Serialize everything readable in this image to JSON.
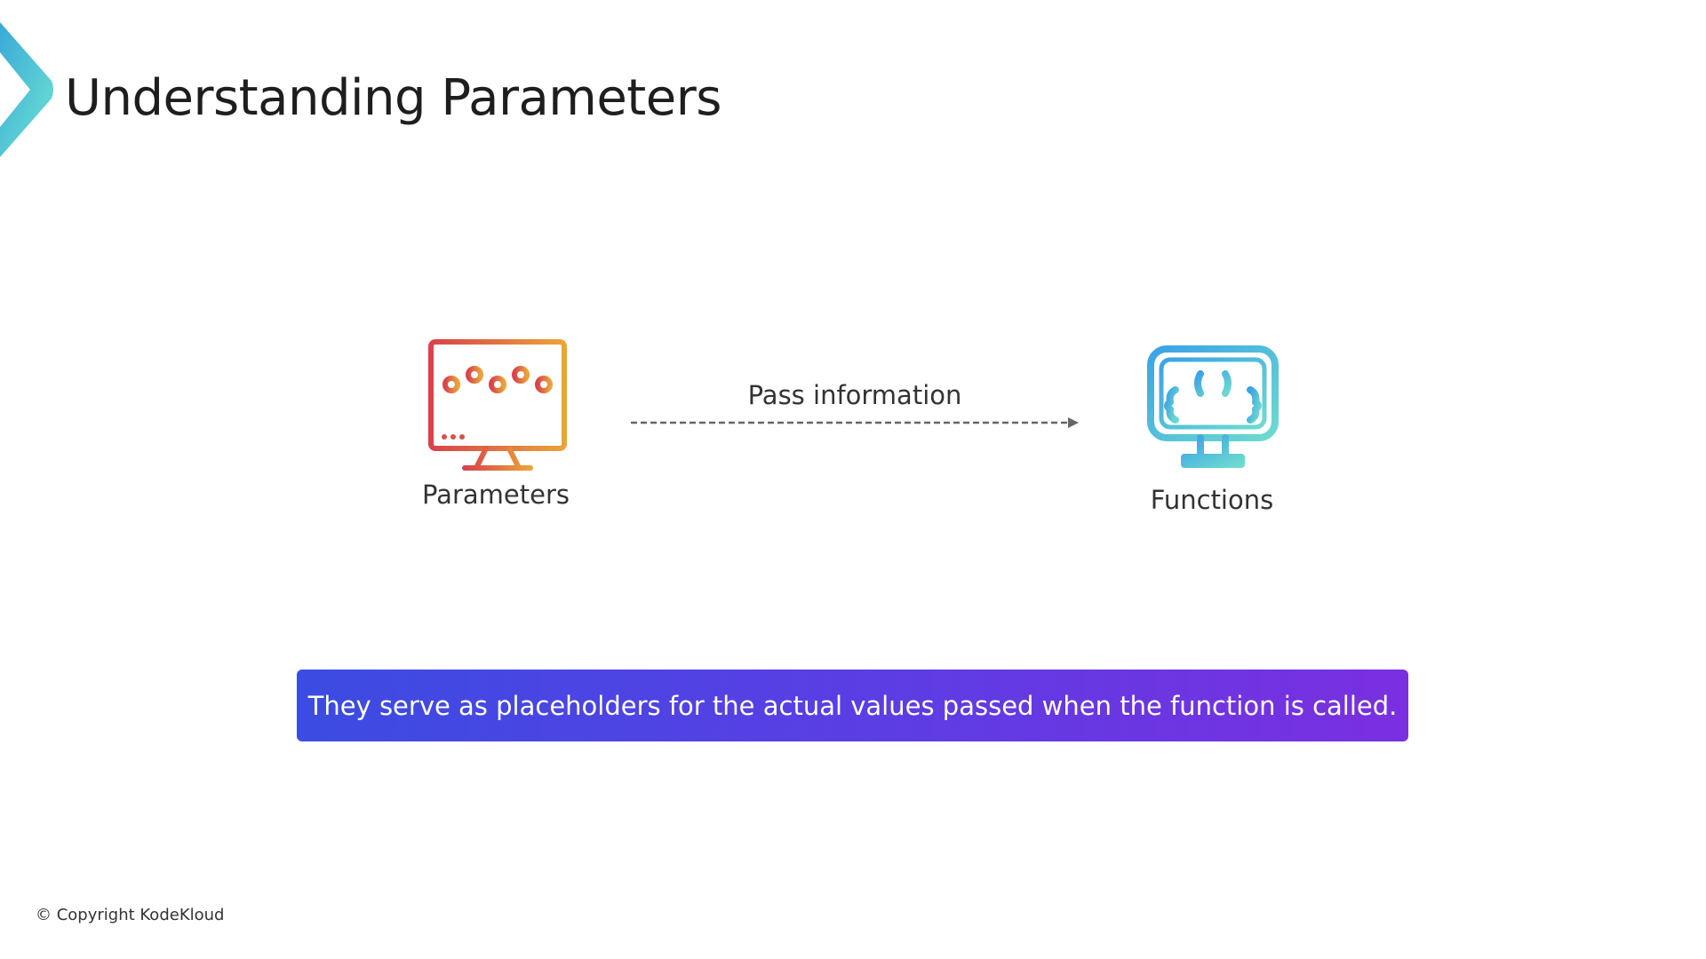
{
  "slide": {
    "title": "Understanding Parameters",
    "left_node": {
      "label": "Parameters",
      "icon": "monitor-sliders-icon"
    },
    "arrow_label": "Pass information",
    "right_node": {
      "label": "Functions",
      "icon": "monitor-code-icon"
    },
    "banner_text": "They serve as placeholders for the actual values passed when the function is called.",
    "copyright": "© Copyright KodeKloud"
  },
  "colors": {
    "accent_teal": "#5ad7d2",
    "banner_start": "#3b4ce2",
    "banner_end": "#7a2fe0",
    "warm_start": "#d9454a",
    "warm_end": "#e9a23b"
  }
}
